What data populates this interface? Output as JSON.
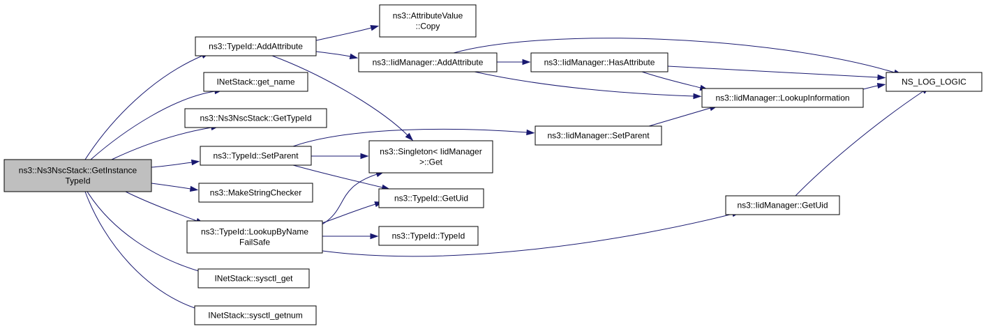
{
  "diagram": {
    "nodes": [
      {
        "id": "root",
        "lines": [
          "ns3::Ns3NscStack::GetInstance",
          "TypeId"
        ],
        "highlighted": true
      },
      {
        "id": "addattr",
        "lines": [
          "ns3::TypeId::AddAttribute"
        ]
      },
      {
        "id": "getname",
        "lines": [
          "INetStack::get_name"
        ]
      },
      {
        "id": "gettypeid",
        "lines": [
          "ns3::Ns3NscStack::GetTypeId"
        ]
      },
      {
        "id": "setparent",
        "lines": [
          "ns3::TypeId::SetParent"
        ]
      },
      {
        "id": "makestr",
        "lines": [
          "ns3::MakeStringChecker"
        ]
      },
      {
        "id": "lookup",
        "lines": [
          "ns3::TypeId::LookupByName",
          "FailSafe"
        ]
      },
      {
        "id": "sysget",
        "lines": [
          "INetStack::sysctl_get"
        ]
      },
      {
        "id": "sysgetnum",
        "lines": [
          "INetStack::sysctl_getnum"
        ]
      },
      {
        "id": "attrcopy",
        "lines": [
          "ns3::AttributeValue",
          "::Copy"
        ]
      },
      {
        "id": "iidadd",
        "lines": [
          "ns3::IidManager::AddAttribute"
        ]
      },
      {
        "id": "singleton",
        "lines": [
          "ns3::Singleton< IidManager",
          ">::Get"
        ]
      },
      {
        "id": "tgetuid",
        "lines": [
          "ns3::TypeId::GetUid"
        ]
      },
      {
        "id": "ttypeid",
        "lines": [
          "ns3::TypeId::TypeId"
        ]
      },
      {
        "id": "hasattr",
        "lines": [
          "ns3::IidManager::HasAttribute"
        ]
      },
      {
        "id": "iidsetparent",
        "lines": [
          "ns3::IidManager::SetParent"
        ]
      },
      {
        "id": "lookupinfo",
        "lines": [
          "ns3::IidManager::LookupInformation"
        ]
      },
      {
        "id": "iidgetuid",
        "lines": [
          "ns3::IidManager::GetUid"
        ]
      },
      {
        "id": "nslog",
        "lines": [
          "NS_LOG_LOGIC"
        ]
      }
    ],
    "edges": [
      {
        "from": "root",
        "to": "addattr"
      },
      {
        "from": "root",
        "to": "getname"
      },
      {
        "from": "root",
        "to": "gettypeid"
      },
      {
        "from": "root",
        "to": "setparent"
      },
      {
        "from": "root",
        "to": "makestr"
      },
      {
        "from": "root",
        "to": "lookup"
      },
      {
        "from": "root",
        "to": "sysget"
      },
      {
        "from": "root",
        "to": "sysgetnum"
      },
      {
        "from": "addattr",
        "to": "attrcopy"
      },
      {
        "from": "addattr",
        "to": "iidadd"
      },
      {
        "from": "addattr",
        "to": "singleton"
      },
      {
        "from": "setparent",
        "to": "singleton"
      },
      {
        "from": "setparent",
        "to": "iidsetparent"
      },
      {
        "from": "setparent",
        "to": "tgetuid"
      },
      {
        "from": "lookup",
        "to": "singleton"
      },
      {
        "from": "lookup",
        "to": "tgetuid"
      },
      {
        "from": "lookup",
        "to": "ttypeid"
      },
      {
        "from": "lookup",
        "to": "iidgetuid"
      },
      {
        "from": "iidadd",
        "to": "hasattr"
      },
      {
        "from": "iidadd",
        "to": "lookupinfo"
      },
      {
        "from": "iidadd",
        "to": "nslog"
      },
      {
        "from": "hasattr",
        "to": "lookupinfo"
      },
      {
        "from": "hasattr",
        "to": "nslog"
      },
      {
        "from": "iidsetparent",
        "to": "lookupinfo"
      },
      {
        "from": "lookupinfo",
        "to": "nslog"
      },
      {
        "from": "iidgetuid",
        "to": "nslog"
      }
    ]
  }
}
